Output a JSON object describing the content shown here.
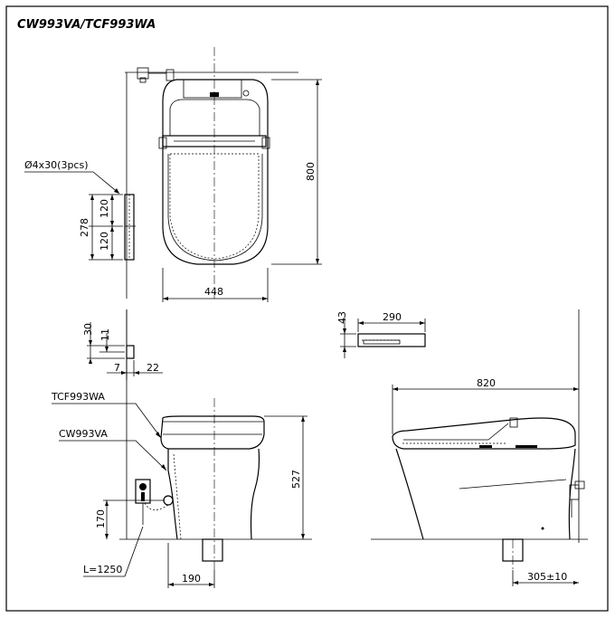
{
  "title": "CW993VA/TCF993WA",
  "front_view": {
    "width": "448",
    "height": "800",
    "hole_spec": "Ø4x30(3pcs)",
    "bracket_total": "278",
    "bracket_upper": "120",
    "bracket_lower": "120"
  },
  "bracket_detail": {
    "d30": "30",
    "d11": "11",
    "d7": "7",
    "d22": "22"
  },
  "remote": {
    "width": "290",
    "height": "43"
  },
  "side_view": {
    "label_seat": "TCF993WA",
    "label_bowl": "CW993VA",
    "height": "527",
    "supply_height": "170",
    "outlet_offset": "190",
    "hose_length": "L=1250"
  },
  "rear_view": {
    "length": "820",
    "rough_in": "305±10"
  }
}
